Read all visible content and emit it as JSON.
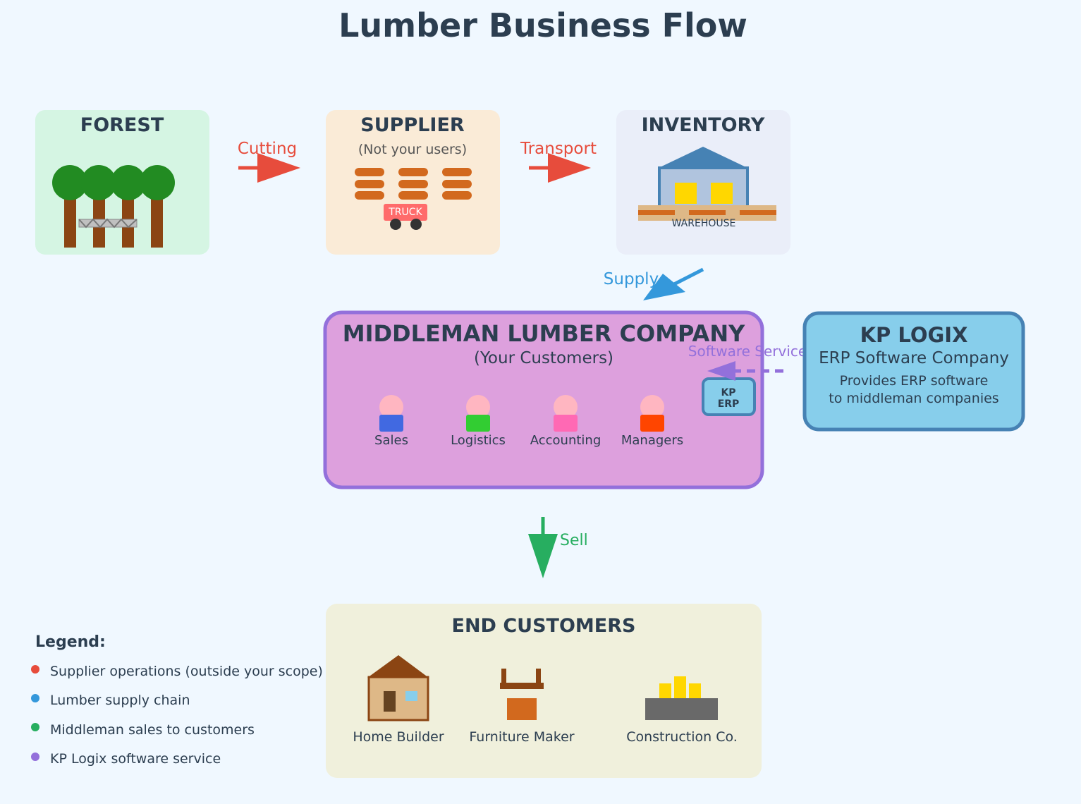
{
  "title": "Lumber Business Flow",
  "forest": {
    "label": "FOREST"
  },
  "supplier": {
    "label": "SUPPLIER",
    "note": "(Not your users)",
    "truck": "TRUCK"
  },
  "inventory": {
    "label": "INVENTORY",
    "warehouse": "WAREHOUSE"
  },
  "middleman": {
    "label": "MIDDLEMAN LUMBER COMPANY",
    "note": "(Your Customers)",
    "departments": [
      {
        "label": "Sales",
        "color": "#4169e1"
      },
      {
        "label": "Logistics",
        "color": "#32cd32"
      },
      {
        "label": "Accounting",
        "color": "#ff69b4"
      },
      {
        "label": "Managers",
        "color": "#ff4500"
      }
    ],
    "erp_badge": [
      "KP",
      "ERP"
    ]
  },
  "kp": {
    "label": "KP LOGIX",
    "subtitle": "ERP Software Company",
    "desc": [
      "Provides ERP software",
      "to middleman companies"
    ]
  },
  "end_customers": {
    "label": "END CUSTOMERS",
    "items": [
      {
        "label": "Home Builder",
        "icon": "house-icon"
      },
      {
        "label": "Furniture Maker",
        "icon": "furniture-icon"
      },
      {
        "label": "Construction Co.",
        "icon": "construction-icon"
      }
    ]
  },
  "arrows": {
    "cutting": "Cutting",
    "transport": "Transport",
    "supply": "Supply",
    "software": "Software Service",
    "sell": "Sell"
  },
  "legend": {
    "title": "Legend:",
    "items": [
      {
        "label": "Supplier operations (outside your scope)",
        "color": "#e74c3c"
      },
      {
        "label": "Lumber supply chain",
        "color": "#3498db"
      },
      {
        "label": "Middleman sales to customers",
        "color": "#27ae60"
      },
      {
        "label": "KP Logix software service",
        "color": "#9370db"
      }
    ]
  },
  "colors": {
    "forest_bg": "#d5f5e3",
    "supplier_bg": "#faebd7",
    "inventory_bg": "#eaeef9",
    "middleman_bg": "#dda0dd",
    "middleman_border": "#9370db",
    "kp_bg": "#87ceeb",
    "kp_border": "#4682b4",
    "end_bg": "#f0f0dc",
    "cutting": "#e74c3c",
    "supply": "#3498db",
    "sell": "#27ae60",
    "software": "#9370db"
  }
}
